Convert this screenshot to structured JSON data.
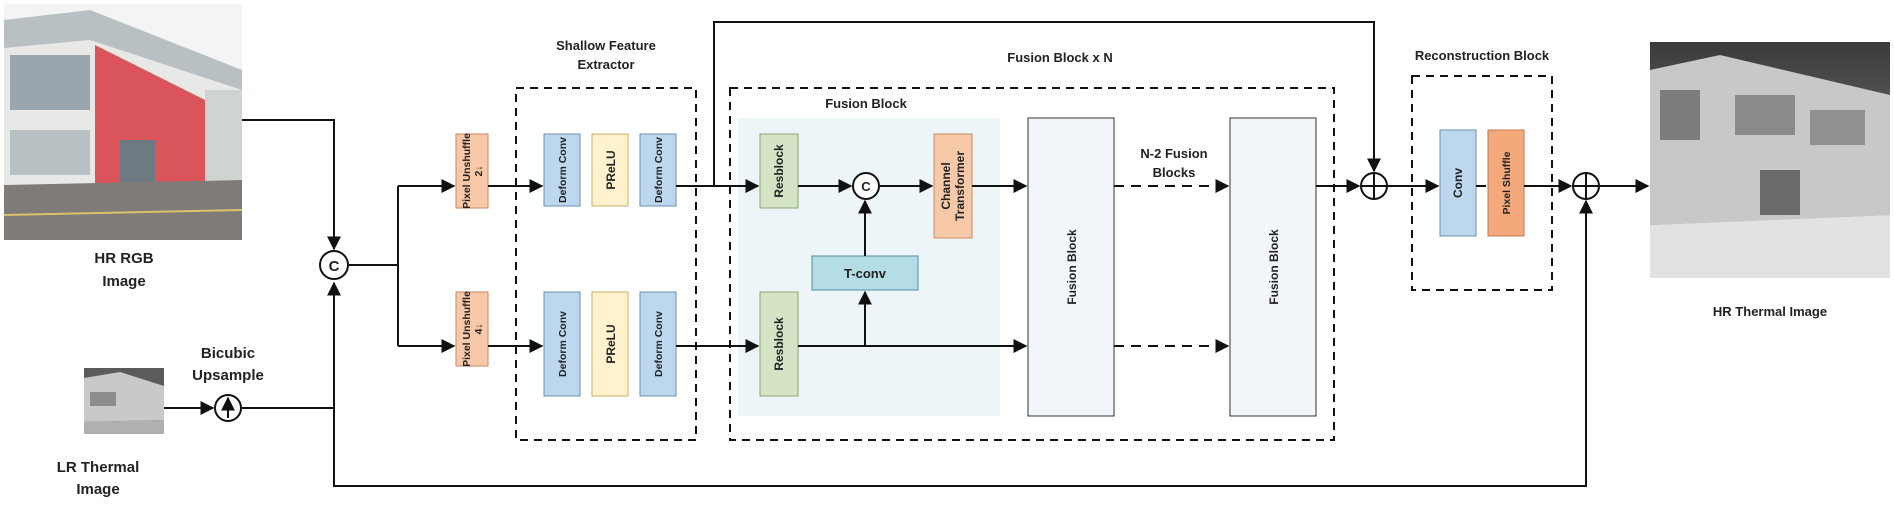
{
  "inputs": {
    "hr_rgb_label_1": "HR RGB",
    "hr_rgb_label_2": "Image",
    "lr_thermal_label_1": "LR Thermal",
    "lr_thermal_label_2": "Image",
    "bicubic_label_1": "Bicubic",
    "bicubic_label_2": "Upsample"
  },
  "concat": {
    "symbol": "C"
  },
  "pixel_unshuffle": {
    "label": "Pixel Unshuffle",
    "factor": "2↓",
    "factor_bottom": "4↓"
  },
  "shallow": {
    "title_1": "Shallow Feature",
    "title_2": "Extractor",
    "deform_conv": "Deform Conv",
    "prelu": "PReLU"
  },
  "fusion_n": {
    "title": "Fusion Block x N",
    "inner_title": "Fusion Block",
    "resblock": "Resblock",
    "channel_transformer_1": "Channel",
    "channel_transformer_2": "Transformer",
    "tconv": "T-conv",
    "fusion_block": "Fusion Block",
    "n2_label_1": "N-2 Fusion",
    "n2_label_2": "Blocks"
  },
  "reconstruction": {
    "title": "Reconstruction Block",
    "conv": "Conv",
    "pixel_shuffle": "Pixel Shuffle"
  },
  "output": {
    "label": "HR Thermal Image"
  },
  "colors": {
    "orange": "#f8c9a8",
    "orange_dark": "#f3a97c",
    "blue": "#bcd7ee",
    "yellow": "#fff2cc",
    "green": "#d5e4c5",
    "teal": "#b5dde6",
    "fusion_bg": "#eef5f9",
    "fusion_block": "#f2f6fa"
  }
}
